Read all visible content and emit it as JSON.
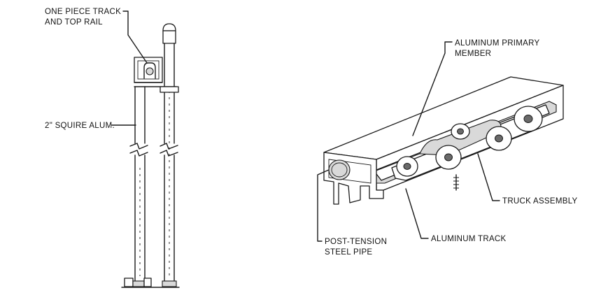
{
  "section_view": {
    "labels": {
      "track_rail_line1": "ONE PIECE TRACK",
      "track_rail_line2": "AND TOP RAIL",
      "post": "2\" SQUIRE ALUM."
    }
  },
  "isometric_view": {
    "labels": {
      "primary_line1": "ALUMINUM PRIMARY",
      "primary_line2": "MEMBER",
      "truck": "TRUCK ASSEMBLY",
      "track": "ALUMINUM TRACK",
      "pipe_line1": "POST-TENSION",
      "pipe_line2": "STEEL PIPE"
    }
  }
}
